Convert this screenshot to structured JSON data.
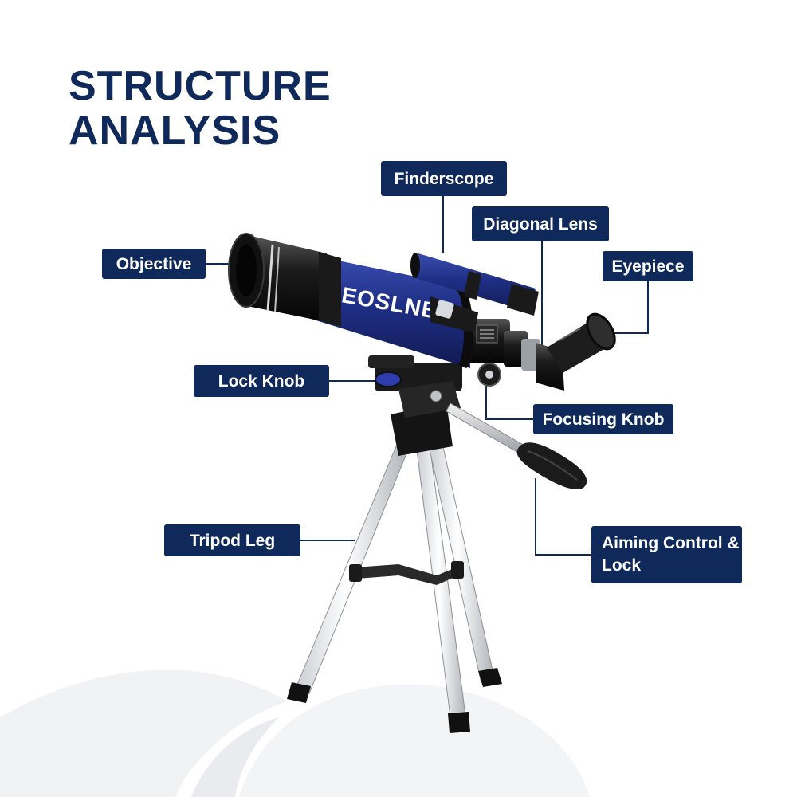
{
  "title": {
    "line1": "STRUCTURE",
    "line2": "ANALYSIS"
  },
  "brand": {
    "logo_text": "EOSLNB"
  },
  "labels": {
    "finderscope": "Finderscope",
    "diagonal_lens": "Diagonal Lens",
    "objective": "Objective",
    "eyepiece": "Eyepiece",
    "lock_knob": "Lock Knob",
    "focusing_knob": "Focusing Knob",
    "tripod_leg": "Tripod Leg",
    "aiming_control": "Aiming Control & Lock"
  },
  "colors": {
    "label_bg": "#10295b",
    "label_text": "#ffffff",
    "title": "#10295b",
    "tube_blue": "#1f2f86",
    "leader_line": "#10295b",
    "background_swirl": "#f1f2f4"
  }
}
